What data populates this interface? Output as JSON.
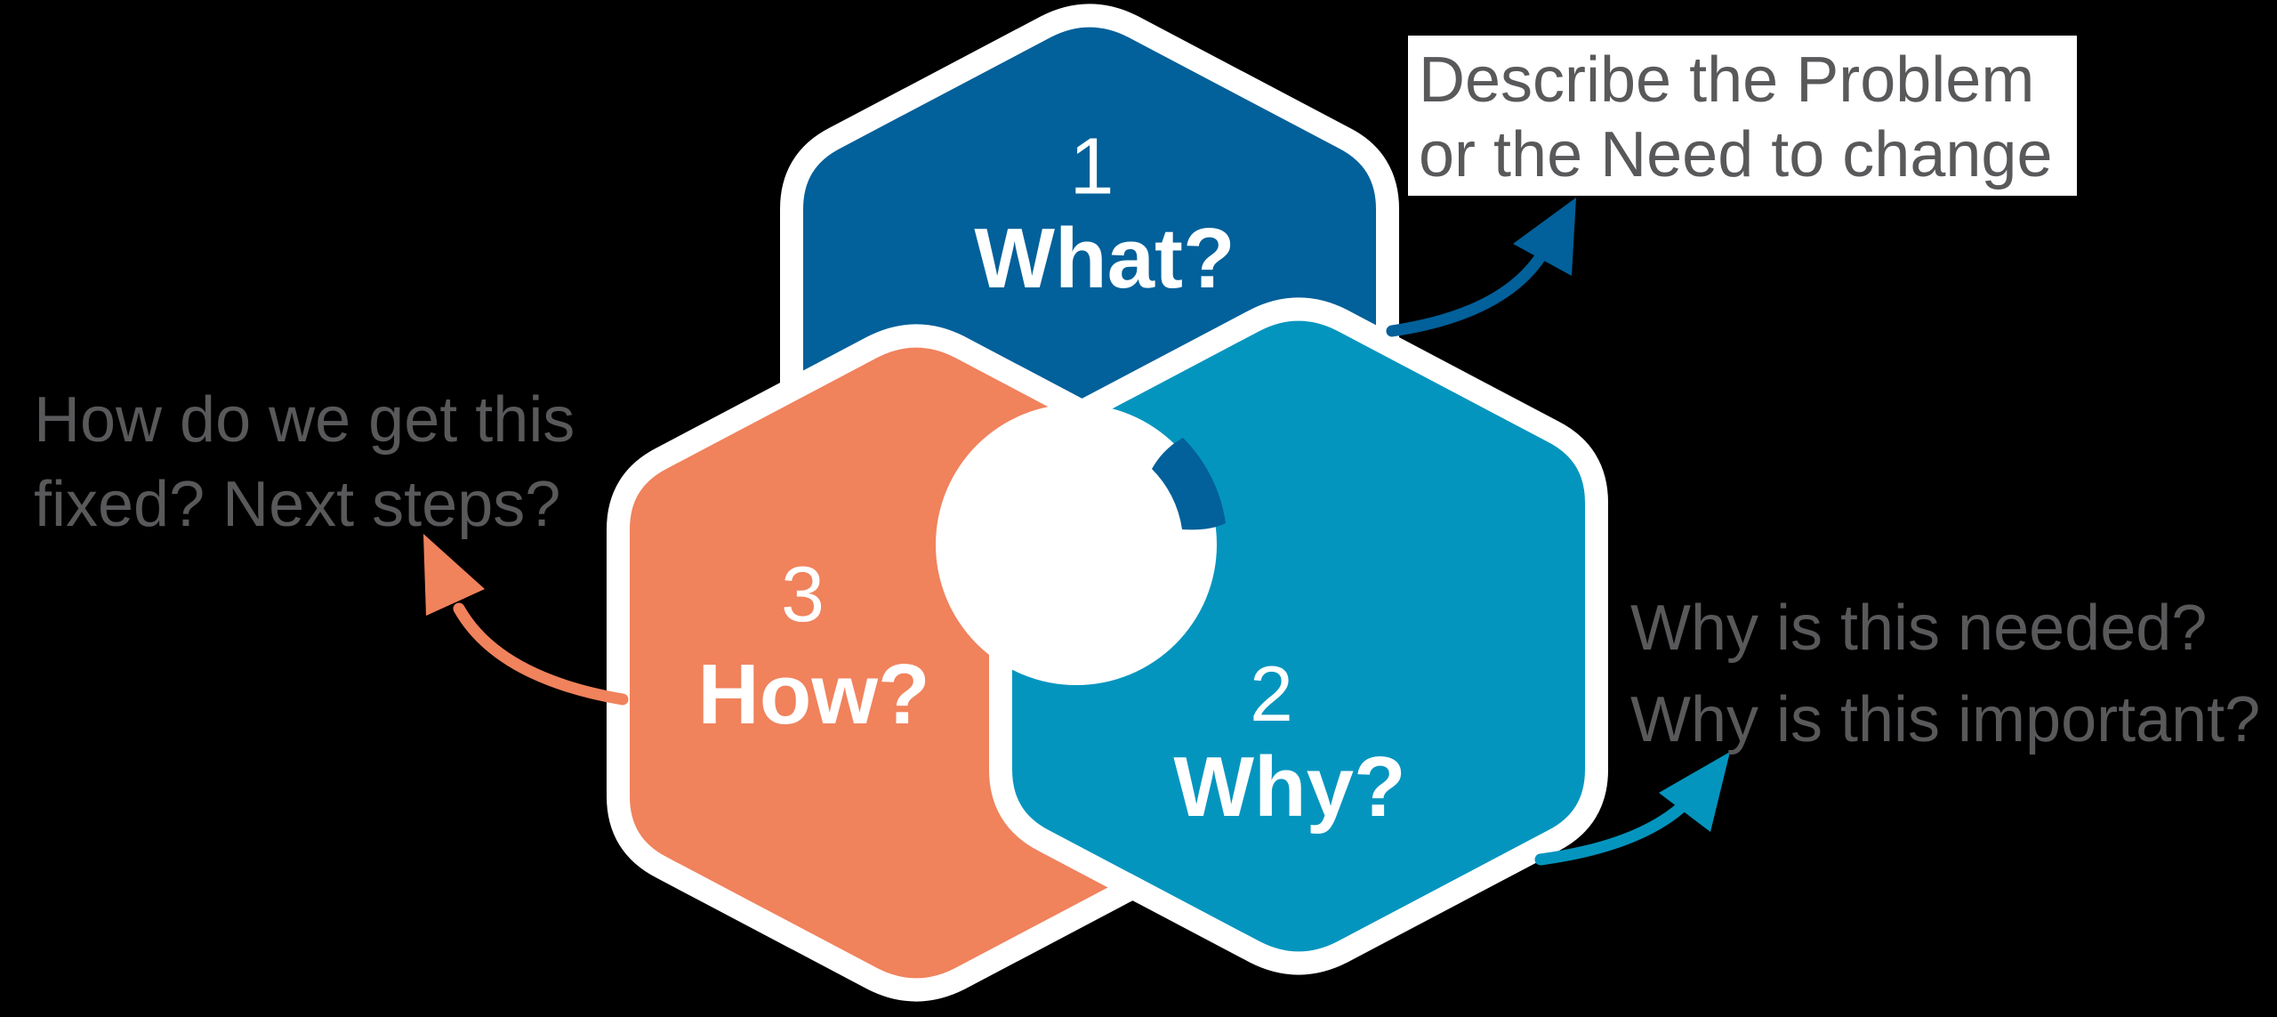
{
  "diagram_title": "What Why How interlocking hexagon diagram",
  "colors": {
    "what_blue": "#02609A",
    "why_teal": "#0495BE",
    "how_orange": "#F0825C",
    "note_gray": "#59595B",
    "label_white": "#FFFFFF",
    "background": "#000000"
  },
  "hexagons": [
    {
      "id": "what",
      "number": "1",
      "label": "What?"
    },
    {
      "id": "why",
      "number": "2",
      "label": "Why?"
    },
    {
      "id": "how",
      "number": "3",
      "label": "How?"
    }
  ],
  "annotations": {
    "what": {
      "line1": "Describe the Problem",
      "line2": "or the Need to change"
    },
    "why": {
      "line1": "Why is this needed?",
      "line2": "Why is this important?"
    },
    "how": {
      "line1": "How do we get this",
      "line2": "fixed? Next steps?"
    }
  }
}
